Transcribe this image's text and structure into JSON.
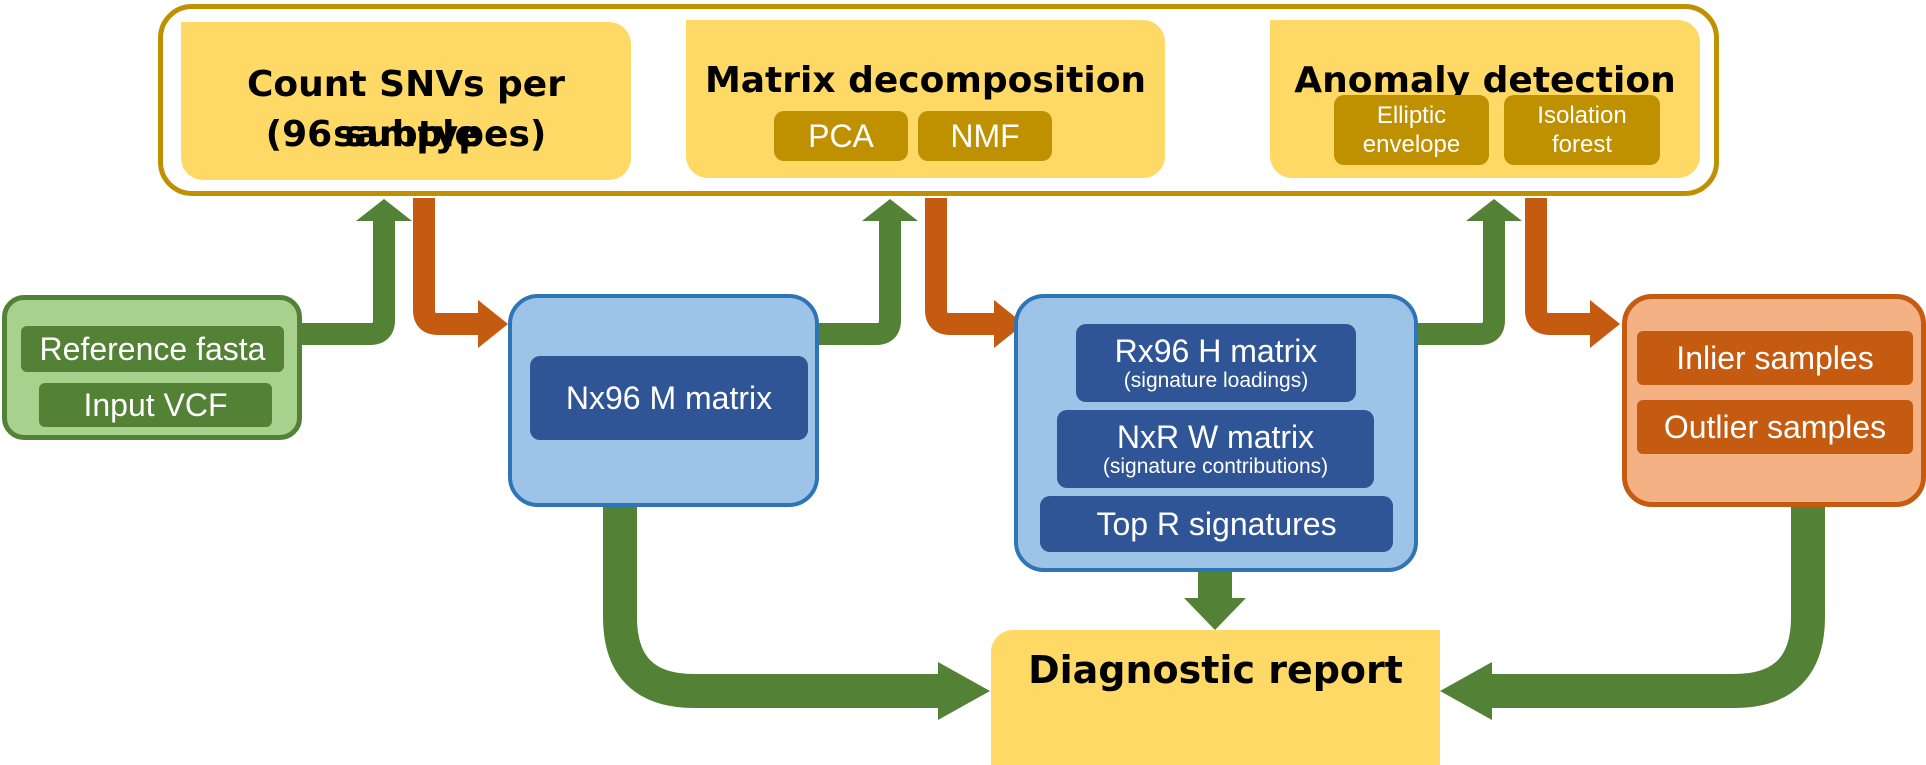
{
  "pipeline": {
    "count": {
      "title_line1": "Count SNVs per sample",
      "title_line2": "(96 subtypes)"
    },
    "decomposition": {
      "title": "Matrix decomposition",
      "methods": [
        "PCA",
        "NMF"
      ]
    },
    "anomaly": {
      "title": "Anomaly detection",
      "methods": [
        {
          "line1": "Elliptic",
          "line2": "envelope"
        },
        {
          "line1": "Isolation",
          "line2": "forest"
        }
      ]
    }
  },
  "inputs": {
    "items": [
      "Reference fasta",
      "Input VCF"
    ]
  },
  "m_matrix": {
    "label": "Nx96 M matrix"
  },
  "factorization": {
    "h_matrix": {
      "main": "Rx96 H matrix",
      "sub": "(signature loadings)"
    },
    "w_matrix": {
      "main": "NxR W matrix",
      "sub": "(signature contributions)"
    },
    "top": {
      "main": "Top R signatures"
    }
  },
  "samples": {
    "items": [
      "Inlier samples",
      "Outlier samples"
    ]
  },
  "report": {
    "title": "Diagnostic report"
  },
  "colors": {
    "frame": "#bf9000",
    "yellow": "#ffd966",
    "green": "#538135",
    "light_green": "#a9d18e",
    "blue": "#2e75b6",
    "light_blue": "#9dc3e6",
    "dark_blue": "#2f5597",
    "orange": "#c55a11",
    "light_orange": "#f4b183"
  }
}
